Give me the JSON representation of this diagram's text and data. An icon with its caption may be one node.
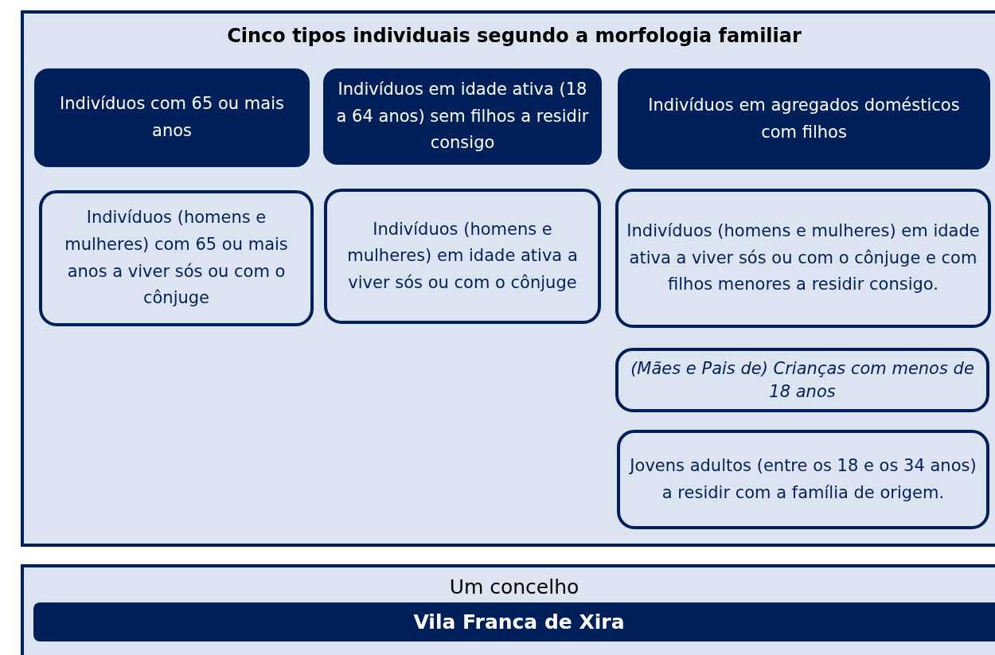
{
  "diagram": {
    "nodes": [
      {
        "text": [
          "Cinco tipos individuais segundo a morfologia familiar"
        ]
      },
      {
        "text": [
          "Indivíduos com 65 ou mais anos"
        ],
        "in": 0
      },
      {
        "text": [
          "Indivíduos em idade ativa (18 a 64 anos) sem filhos a residir consigo"
        ],
        "in": 0
      },
      {
        "text": [
          "Indivíduos em agregados domésticos com filhos"
        ],
        "in": 0
      },
      {
        "text": [
          "Indivíduos (homens e mulheres) com 65 ou mais anos a viver sós ou com o cônjuge"
        ],
        "in": 0
      },
      {
        "text": [
          "Indivíduos (homens e mulheres) em idade ativa a viver sós ou com o cônjuge"
        ],
        "in": 0
      },
      {
        "text": [
          "Indivíduos (homens e mulheres) em idade ativa a viver sós ou com o cônjuge e com filhos menores a residir consigo."
        ],
        "in": 0
      },
      {
        "text": [
          "(Mães e Pais de) Crianças com menos de 18 anos"
        ],
        "in": 0
      },
      {
        "text": [
          "Jovens adultos (entre os 18 e os 34 anos) a residir com a família de origem."
        ],
        "in": 0
      },
      {
        "text": [
          "Um concelho"
        ]
      },
      {
        "text": [
          "Vila Franca de Xira"
        ],
        "in": 9
      }
    ],
    "edges": []
  }
}
